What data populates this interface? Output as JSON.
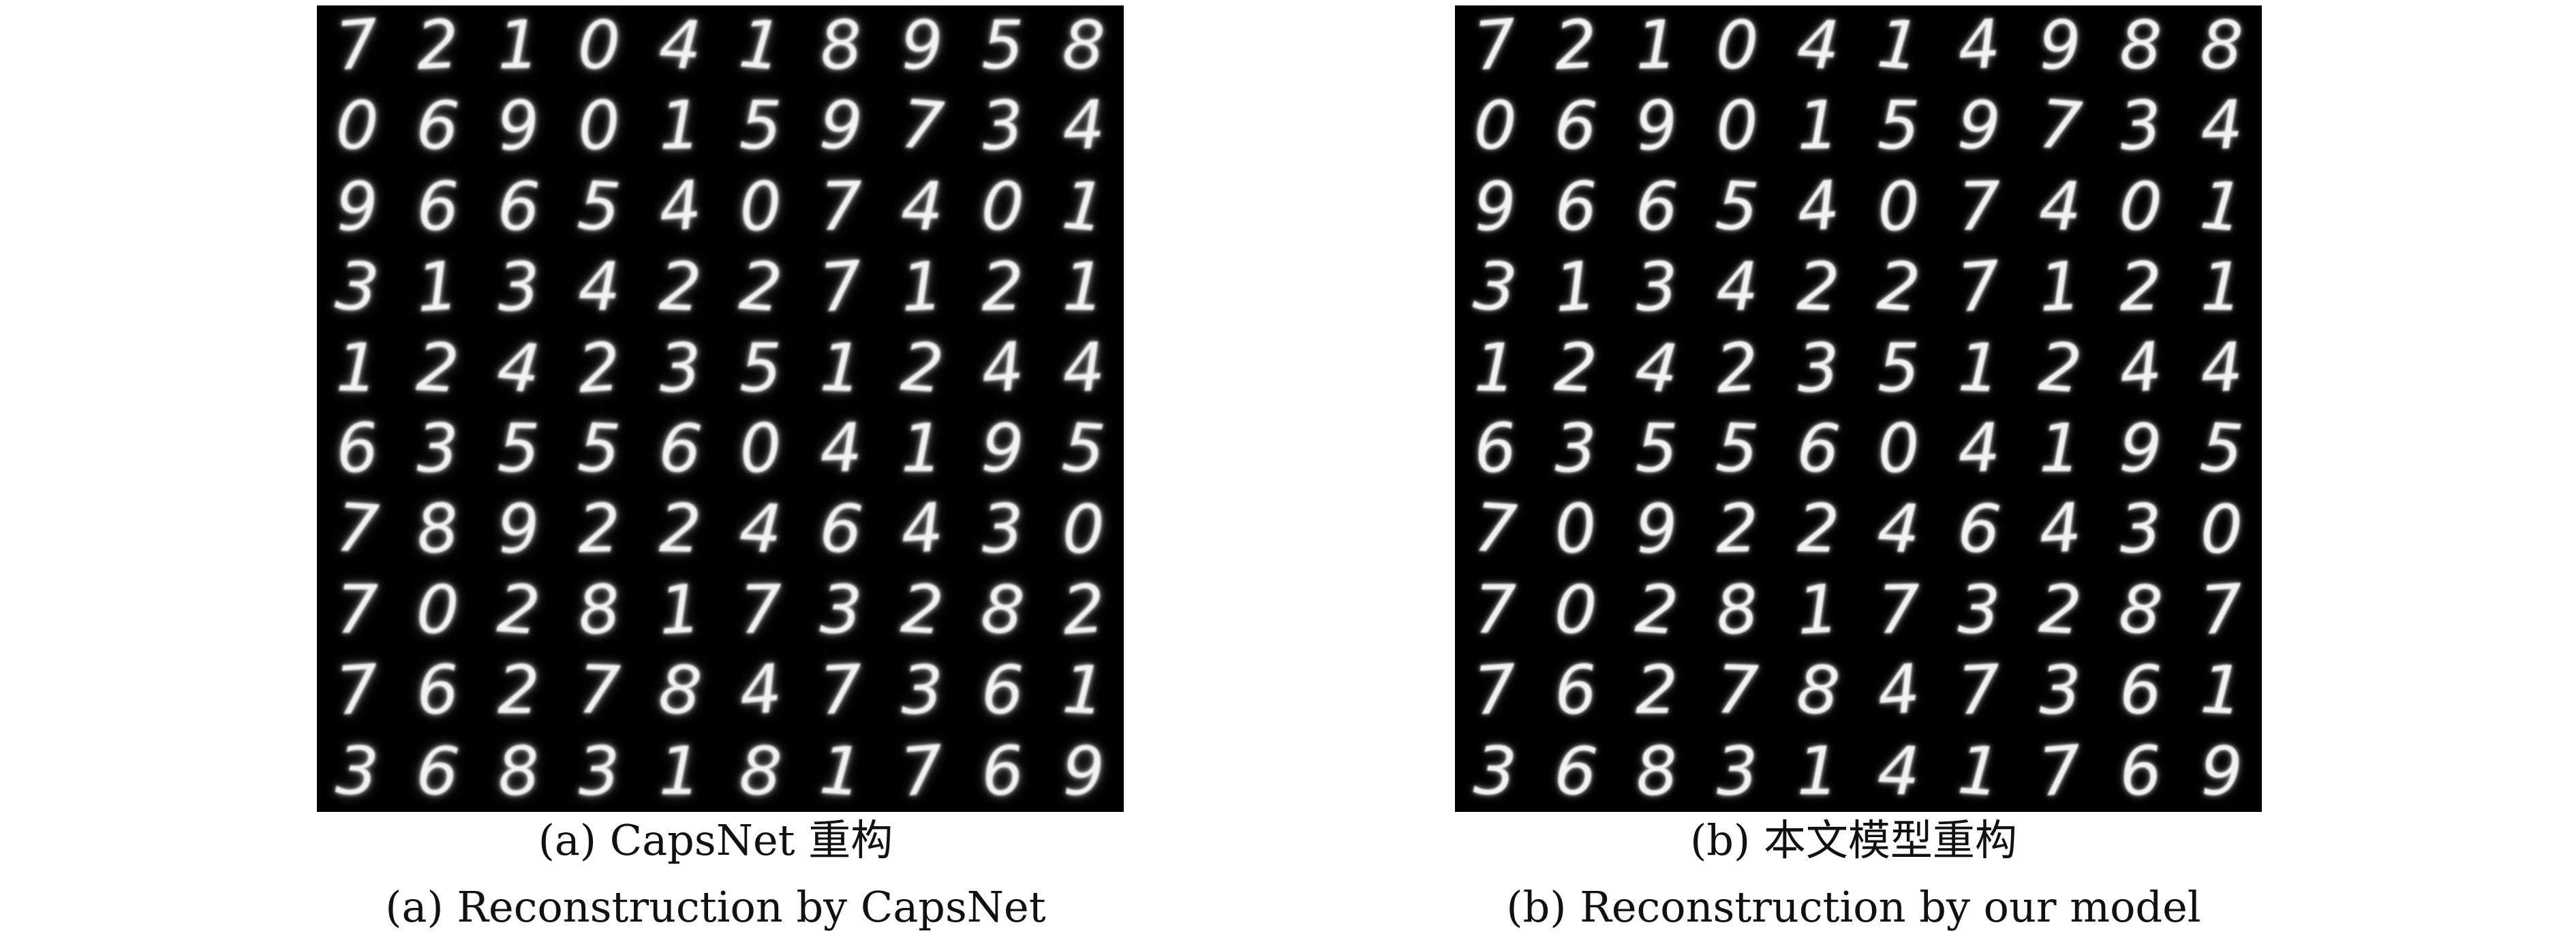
{
  "figures": [
    {
      "id": "a",
      "caption_cn": "(a) CapsNet 重构",
      "caption_en": "(a) Reconstruction by CapsNet",
      "digits": [
        [
          "7",
          "2",
          "1",
          "0",
          "4",
          "1",
          "8",
          "9",
          "5",
          "8"
        ],
        [
          "0",
          "6",
          "9",
          "0",
          "1",
          "5",
          "9",
          "7",
          "3",
          "4"
        ],
        [
          "9",
          "6",
          "6",
          "5",
          "4",
          "0",
          "7",
          "4",
          "0",
          "1"
        ],
        [
          "3",
          "1",
          "3",
          "4",
          "2",
          "2",
          "7",
          "1",
          "2",
          "1"
        ],
        [
          "1",
          "2",
          "4",
          "2",
          "3",
          "5",
          "1",
          "2",
          "4",
          "4"
        ],
        [
          "6",
          "3",
          "5",
          "5",
          "6",
          "0",
          "4",
          "1",
          "9",
          "5"
        ],
        [
          "7",
          "8",
          "9",
          "2",
          "2",
          "4",
          "6",
          "4",
          "3",
          "0"
        ],
        [
          "7",
          "0",
          "2",
          "8",
          "1",
          "7",
          "3",
          "2",
          "8",
          "2"
        ],
        [
          "7",
          "6",
          "2",
          "7",
          "8",
          "4",
          "7",
          "3",
          "6",
          "1"
        ],
        [
          "3",
          "6",
          "8",
          "3",
          "1",
          "8",
          "1",
          "7",
          "6",
          "9"
        ]
      ]
    },
    {
      "id": "b",
      "caption_cn": "(b) 本文模型重构",
      "caption_en": "(b) Reconstruction by our model",
      "digits": [
        [
          "7",
          "2",
          "1",
          "0",
          "4",
          "1",
          "4",
          "9",
          "8",
          "8"
        ],
        [
          "0",
          "6",
          "9",
          "0",
          "1",
          "5",
          "9",
          "7",
          "3",
          "4"
        ],
        [
          "9",
          "6",
          "6",
          "5",
          "4",
          "0",
          "7",
          "4",
          "0",
          "1"
        ],
        [
          "3",
          "1",
          "3",
          "4",
          "2",
          "2",
          "7",
          "1",
          "2",
          "1"
        ],
        [
          "1",
          "2",
          "4",
          "2",
          "3",
          "5",
          "1",
          "2",
          "4",
          "4"
        ],
        [
          "6",
          "3",
          "5",
          "5",
          "6",
          "0",
          "4",
          "1",
          "9",
          "5"
        ],
        [
          "7",
          "0",
          "9",
          "2",
          "2",
          "4",
          "6",
          "4",
          "3",
          "0"
        ],
        [
          "7",
          "0",
          "2",
          "8",
          "1",
          "7",
          "3",
          "2",
          "8",
          "7"
        ],
        [
          "7",
          "6",
          "2",
          "7",
          "8",
          "4",
          "7",
          "3",
          "6",
          "1"
        ],
        [
          "3",
          "6",
          "8",
          "3",
          "1",
          "4",
          "1",
          "7",
          "6",
          "9"
        ]
      ]
    }
  ]
}
